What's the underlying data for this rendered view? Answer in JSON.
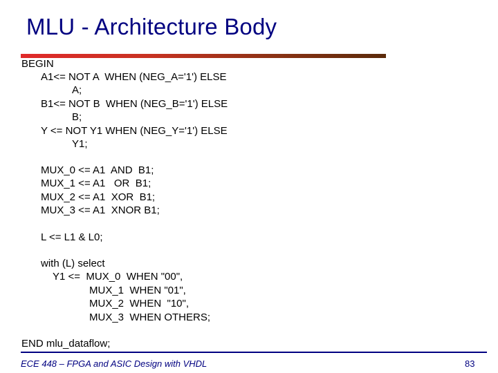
{
  "slide": {
    "title": "MLU - Architecture Body",
    "code": {
      "begin": "BEGIN",
      "a1_stmt": "A1<= NOT A  WHEN (NEG_A='1') ELSE",
      "a1_else": "A;",
      "b1_stmt": "B1<= NOT B  WHEN (NEG_B='1') ELSE",
      "b1_else": "B;",
      "y_stmt": "Y <= NOT Y1 WHEN (NEG_Y='1') ELSE",
      "y_else": "Y1;",
      "mux0": "MUX_0 <= A1  AND  B1;",
      "mux1": "MUX_1 <= A1   OR  B1;",
      "mux2": "MUX_2 <= A1  XOR  B1;",
      "mux3": "MUX_3 <= A1  XNOR B1;",
      "l_assign": "L <= L1 & L0;",
      "with_select": "with (L) select",
      "sel0": "Y1 <=  MUX_0  WHEN \"00\",",
      "sel1": "MUX_1  WHEN \"01\",",
      "sel2": "MUX_2  WHEN  \"10\",",
      "sel3": "MUX_3  WHEN OTHERS;",
      "end": "END mlu_dataflow;"
    },
    "footer": {
      "course": "ECE 448 – FPGA and ASIC Design with VHDL",
      "page_number": "83"
    },
    "colors": {
      "title": "#000080",
      "rule_start": "#e02a2a",
      "rule_end": "#5a2a0a",
      "footer": "#000080"
    }
  }
}
